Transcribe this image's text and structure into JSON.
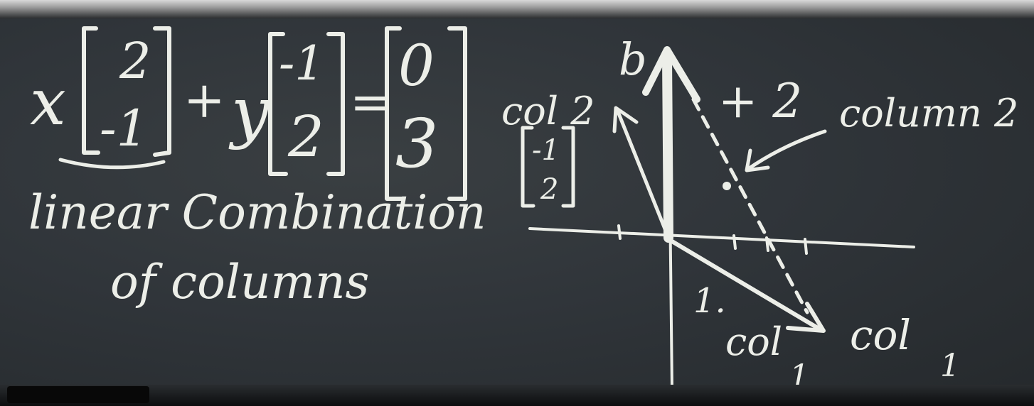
{
  "equation": {
    "x_var": "x",
    "plus": "+",
    "y_var": "y",
    "equals": "=",
    "col1": [
      "2",
      "-1"
    ],
    "col2": [
      "-1",
      "2"
    ],
    "rhs": [
      "0",
      "3"
    ]
  },
  "caption": {
    "line1": "linear Combination",
    "line2": "of columns"
  },
  "graph": {
    "col2_label": "col 2",
    "col2_vector": [
      "-1",
      "2"
    ],
    "b_label": "b",
    "plus_label": "+ 2",
    "column2_label": "column 2",
    "one_label": "1.",
    "col1_label_a": "col",
    "col1_sub_a": "1",
    "col1_label_b": "col",
    "col1_sub_b": "1"
  },
  "colors": {
    "board": "#30353a",
    "chalk": "#eceee8"
  }
}
